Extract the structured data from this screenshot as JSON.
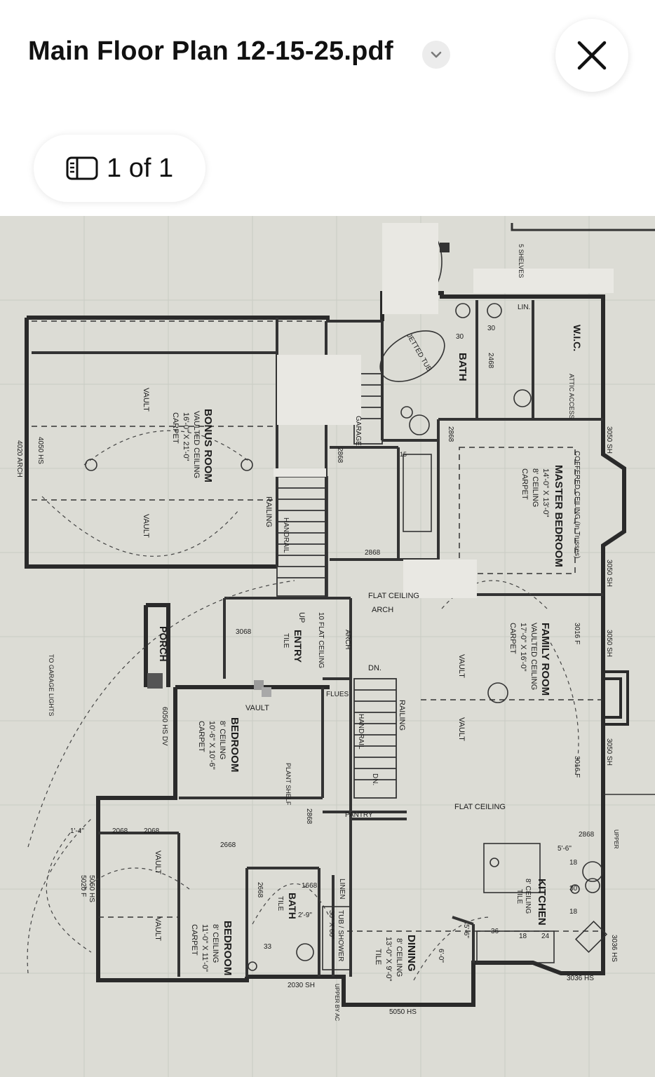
{
  "header": {
    "title": "Main Floor Plan 12-15-25.pdf",
    "title_menu_icon": "chevron-down-icon",
    "close_icon": "close-icon",
    "page_indicator": "1 of 1",
    "page_icon": "sidebar-icon"
  },
  "plan": {
    "rooms": {
      "bonus_room": "BONUS ROOM",
      "bonus_ceiling": "VAULTED CEILING",
      "bonus_size": "16'-0\" X 21'-0\"",
      "bonus_floor": "CARPET",
      "master_bedroom": "MASTER BEDROOM",
      "master_ceiling_note": "COFFERED CEILING (In Trusses)",
      "master_size": "14'-0\" X 13'-0\"",
      "master_ceiling": "8' CEILING",
      "master_floor": "CARPET",
      "family_room": "FAMILY ROOM",
      "family_ceiling": "VAULTED CEILING",
      "family_size": "17'-0\" X 16'-0\"",
      "family_floor": "CARPET",
      "bedroom": "BEDROOM",
      "bedroom1_ceiling": "8' CEILING",
      "bedroom1_size": "10'-6\" X 10'-6\"",
      "bedroom1_floor": "CARPET",
      "bedroom2_ceiling": "8' CEILING",
      "bedroom2_size": "11'-0\" X 11'-0\"",
      "bedroom2_floor": "CARPET",
      "kitchen": "KITCHEN",
      "kitchen_ceiling": "8' CEILING",
      "kitchen_floor": "TILE",
      "dining": "DINING",
      "dining_ceiling": "8' CEILING",
      "dining_size": "13'-0\" X 9'-0\"",
      "dining_floor": "TILE",
      "bath": "BATH",
      "bath_floor": "TILE",
      "wic": "W.I.C.",
      "attic": "ATTIC ACCESS",
      "porch": "PORCH",
      "entry": "ENTRY",
      "entry_floor": "TILE",
      "pantry": "PANTRY",
      "linen": "LINEN",
      "lin": "LIN.",
      "flues": "FLUES",
      "tub_shower": "TUB / SHOWER",
      "tub_size": "30\" X 60\"",
      "jetted_tub": "JETTED TUB",
      "garage": "GARAGE"
    },
    "notes": {
      "vault": "VAULT",
      "flat_ceiling": "FLAT CEILING",
      "flat_ceiling_10": "10 FLAT CEILING",
      "arch": "ARCH",
      "railing": "RAILING",
      "handrail": "HANDRAIL",
      "up": "UP",
      "dn": "DN.",
      "shelves": "5 SHELVES",
      "to_garage_lights": "TO GARAGE LIGHTS",
      "plant_shelf": "PLANT SHELF",
      "upper": "UPPER",
      "upper_by_ac": "UPPER BY AC"
    },
    "dims": {
      "d3050": "3050 SH",
      "d4050": "4050 HS",
      "d4020": "4020 ARCH",
      "d6050": "6050 HS DV",
      "d5050": "5050 HS",
      "d5020": "5020 F",
      "d3036": "3036 HS",
      "d2030": "2030 SH",
      "d3068": "3068",
      "d2868": "2868",
      "d2668": "2668",
      "d2068": "2068",
      "d2468": "2468",
      "d1668": "1668",
      "d3016": "3016 F",
      "d1_4": "1'-4\"",
      "d5_6": "5'-6\"",
      "d6_0": "6'-0\"",
      "d2_9": "2'-9\"",
      "d30": "30",
      "d33": "33",
      "d36": "36",
      "d18": "18",
      "d24": "24",
      "d15": "15"
    }
  }
}
